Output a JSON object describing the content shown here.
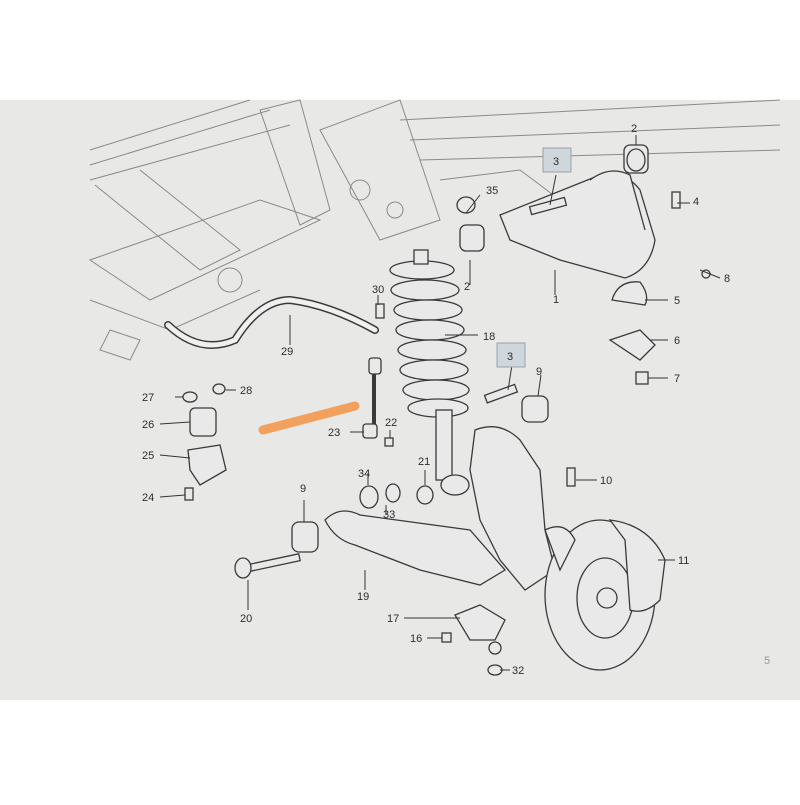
{
  "diagram": {
    "callouts": {
      "c1": "1",
      "c2a": "2",
      "c2b": "2",
      "c3a": "3",
      "c3b": "3",
      "c4": "4",
      "c5": "5",
      "c6": "6",
      "c7": "7",
      "c8": "8",
      "c9a": "9",
      "c9b": "9",
      "c10": "10",
      "c11": "11",
      "c16": "16",
      "c17": "17",
      "c18": "18",
      "c19": "19",
      "c20": "20",
      "c21": "21",
      "c22": "22",
      "c23": "23",
      "c24": "24",
      "c25": "25",
      "c26": "26",
      "c27": "27",
      "c28": "28",
      "c29": "29",
      "c30": "30",
      "c32": "32",
      "c33": "33",
      "c34": "34",
      "c35": "35",
      "c5edge": "5"
    },
    "colors": {
      "screen_background": "#e8e8e6",
      "highlight_marker": "#f2a05c",
      "boxed_callout_fill": "#cfd6dc",
      "outer_background": "#ffffff"
    },
    "icons": {
      "highlight": "orange-highlight-stroke"
    }
  }
}
